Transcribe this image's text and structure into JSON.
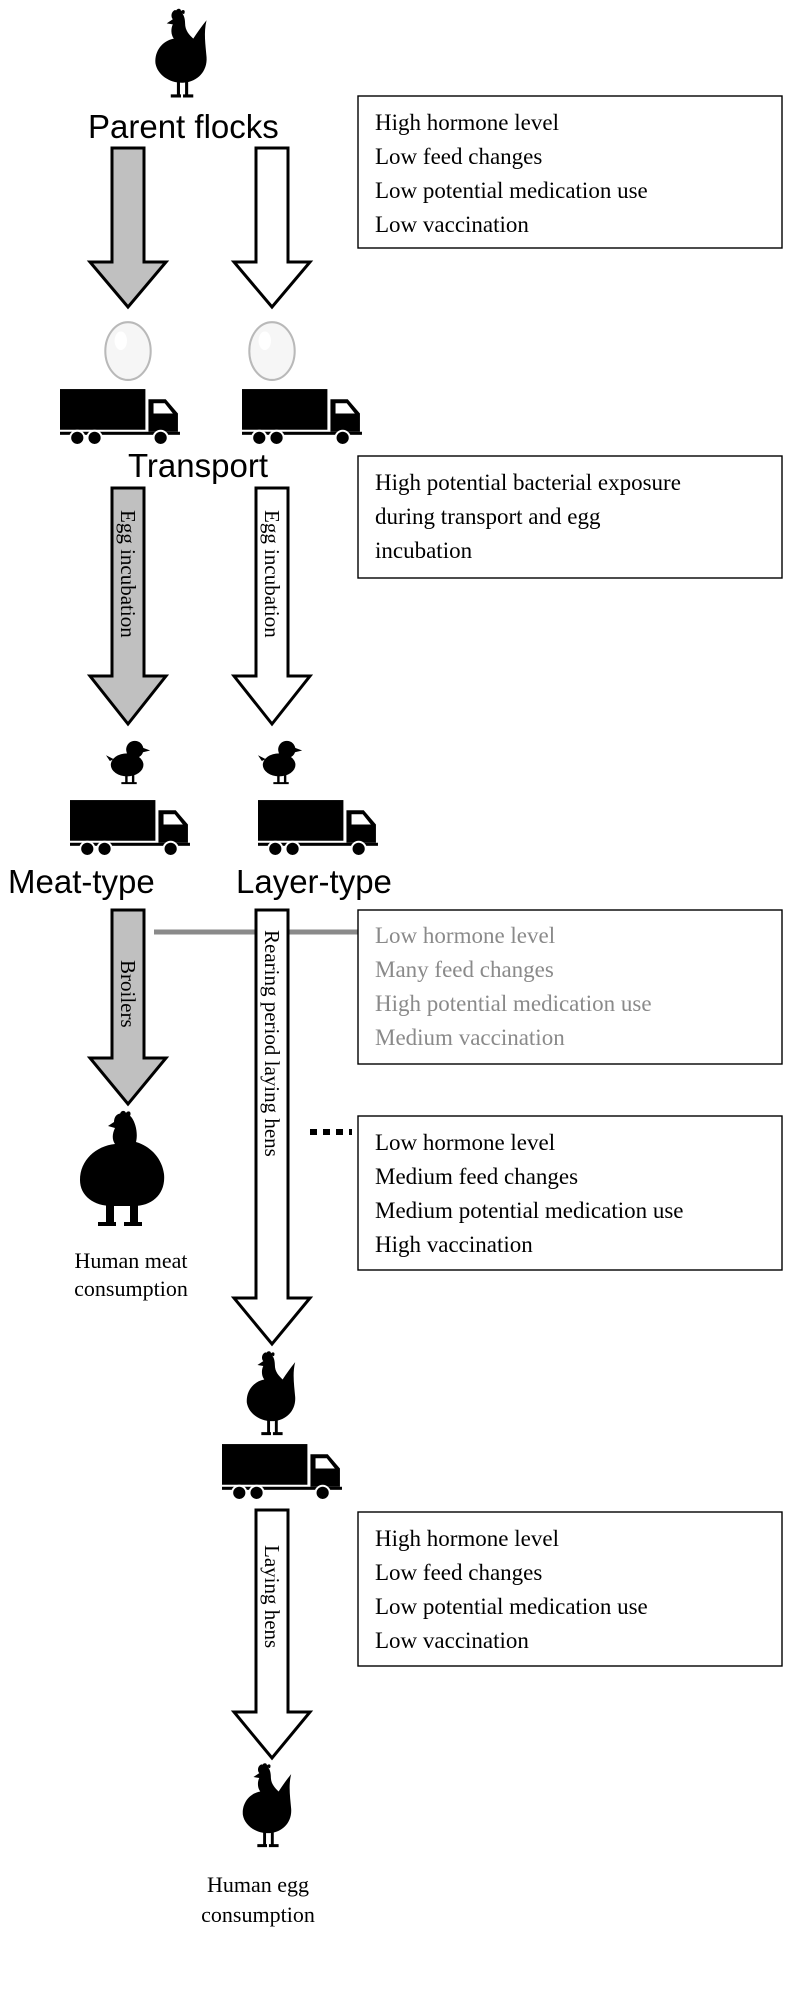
{
  "labels": {
    "parent_flocks": "Parent flocks",
    "transport": "Transport",
    "meat_type": "Meat-type",
    "layer_type": "Layer-type"
  },
  "boxes": {
    "parent": [
      "High hormone level",
      "Low feed changes",
      "Low potential medication use",
      "Low vaccination"
    ],
    "transport": [
      "High potential bacterial exposure",
      "during transport and egg",
      "incubation"
    ],
    "broiler": [
      "Low hormone level",
      "Many feed changes",
      "High potential medication use",
      "Medium vaccination"
    ],
    "rearing": [
      "Low hormone level",
      "Medium feed changes",
      "Medium potential medication use",
      "High vaccination"
    ],
    "laying": [
      "High hormone level",
      "Low feed changes",
      "Low potential medication use",
      "Low vaccination"
    ]
  },
  "shafts": {
    "egg_incubation_meat": "Egg incubation",
    "egg_incubation_layer": "Egg incubation",
    "broilers": "Broilers",
    "rearing": "Rearing period laying hens",
    "laying_hens": "Laying hens"
  },
  "captions": {
    "meat_line1": "Human meat",
    "meat_line2": "consumption",
    "egg_line1": "Human egg",
    "egg_line2": "consumption"
  },
  "icons": [
    "hen-icon",
    "egg-icon",
    "truck-icon",
    "chick-icon",
    "broiler-icon"
  ],
  "colors": {
    "meat_arrow": "#c0c0c0",
    "layer_arrow": "#ffffff",
    "broiler_box_text": "#8a8a8a",
    "connector_grey": "#8a8a8a",
    "connector_black": "#000000"
  }
}
